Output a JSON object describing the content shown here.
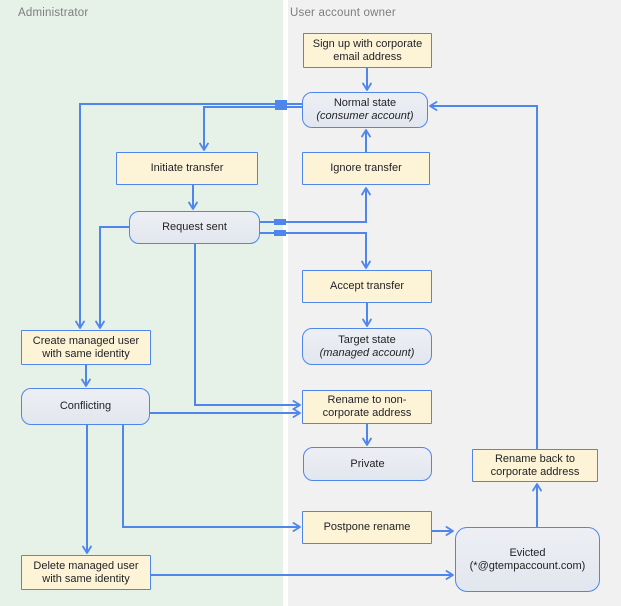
{
  "panels": {
    "left": {
      "label": "Administrator"
    },
    "right": {
      "label": "User account owner"
    }
  },
  "colors": {
    "connector_blue": "#4e86ec",
    "action_fill": "#fdf3d7",
    "state_fill": "#e9ecf1",
    "panel_left_green": "#e6f1e8",
    "panel_right_gray": "#f1f1f2",
    "label_gray": "#7d7d7d"
  },
  "nodes": {
    "sign_up": {
      "kind": "action",
      "line1": "Sign up with corporate",
      "line2": "email address"
    },
    "normal": {
      "kind": "state",
      "line1": "Normal state",
      "line2": "(consumer account)"
    },
    "initiate": {
      "kind": "action",
      "line1": "Initiate transfer"
    },
    "ignore": {
      "kind": "action",
      "line1": "Ignore transfer"
    },
    "request_sent": {
      "kind": "state",
      "line1": "Request sent"
    },
    "accept": {
      "kind": "action",
      "line1": "Accept transfer"
    },
    "target": {
      "kind": "state",
      "line1": "Target state",
      "line2": "(managed account)"
    },
    "create_managed": {
      "kind": "action",
      "line1": "Create managed user",
      "line2": "with same identity"
    },
    "conflicting": {
      "kind": "state",
      "line1": "Conflicting"
    },
    "rename_non": {
      "kind": "action",
      "line1": "Rename to non-",
      "line2": "corporate address"
    },
    "private": {
      "kind": "state",
      "line1": "Private"
    },
    "rename_back": {
      "kind": "action",
      "line1": "Rename back to",
      "line2": "corporate address"
    },
    "postpone": {
      "kind": "action",
      "line1": "Postpone rename"
    },
    "evicted": {
      "kind": "state",
      "line1": "Evicted",
      "line2": "(*@gtempaccount.com)"
    },
    "delete_managed": {
      "kind": "action",
      "line1": "Delete managed user",
      "line2": "with same identity"
    }
  },
  "edges": [
    {
      "from": "sign_up",
      "to": "normal"
    },
    {
      "from": "normal",
      "to": "initiate"
    },
    {
      "from": "normal",
      "to": "create_managed"
    },
    {
      "from": "initiate",
      "to": "request_sent"
    },
    {
      "from": "request_sent",
      "to": "ignore"
    },
    {
      "from": "ignore",
      "to": "normal"
    },
    {
      "from": "request_sent",
      "to": "accept"
    },
    {
      "from": "accept",
      "to": "target"
    },
    {
      "from": "request_sent",
      "to": "create_managed"
    },
    {
      "from": "create_managed",
      "to": "conflicting"
    },
    {
      "from": "request_sent",
      "to": "rename_non"
    },
    {
      "from": "conflicting",
      "to": "rename_non"
    },
    {
      "from": "rename_non",
      "to": "private"
    },
    {
      "from": "conflicting",
      "to": "delete_managed"
    },
    {
      "from": "conflicting",
      "to": "postpone"
    },
    {
      "from": "postpone",
      "to": "evicted"
    },
    {
      "from": "delete_managed",
      "to": "evicted"
    },
    {
      "from": "evicted",
      "to": "rename_back"
    },
    {
      "from": "rename_back",
      "to": "normal"
    }
  ]
}
